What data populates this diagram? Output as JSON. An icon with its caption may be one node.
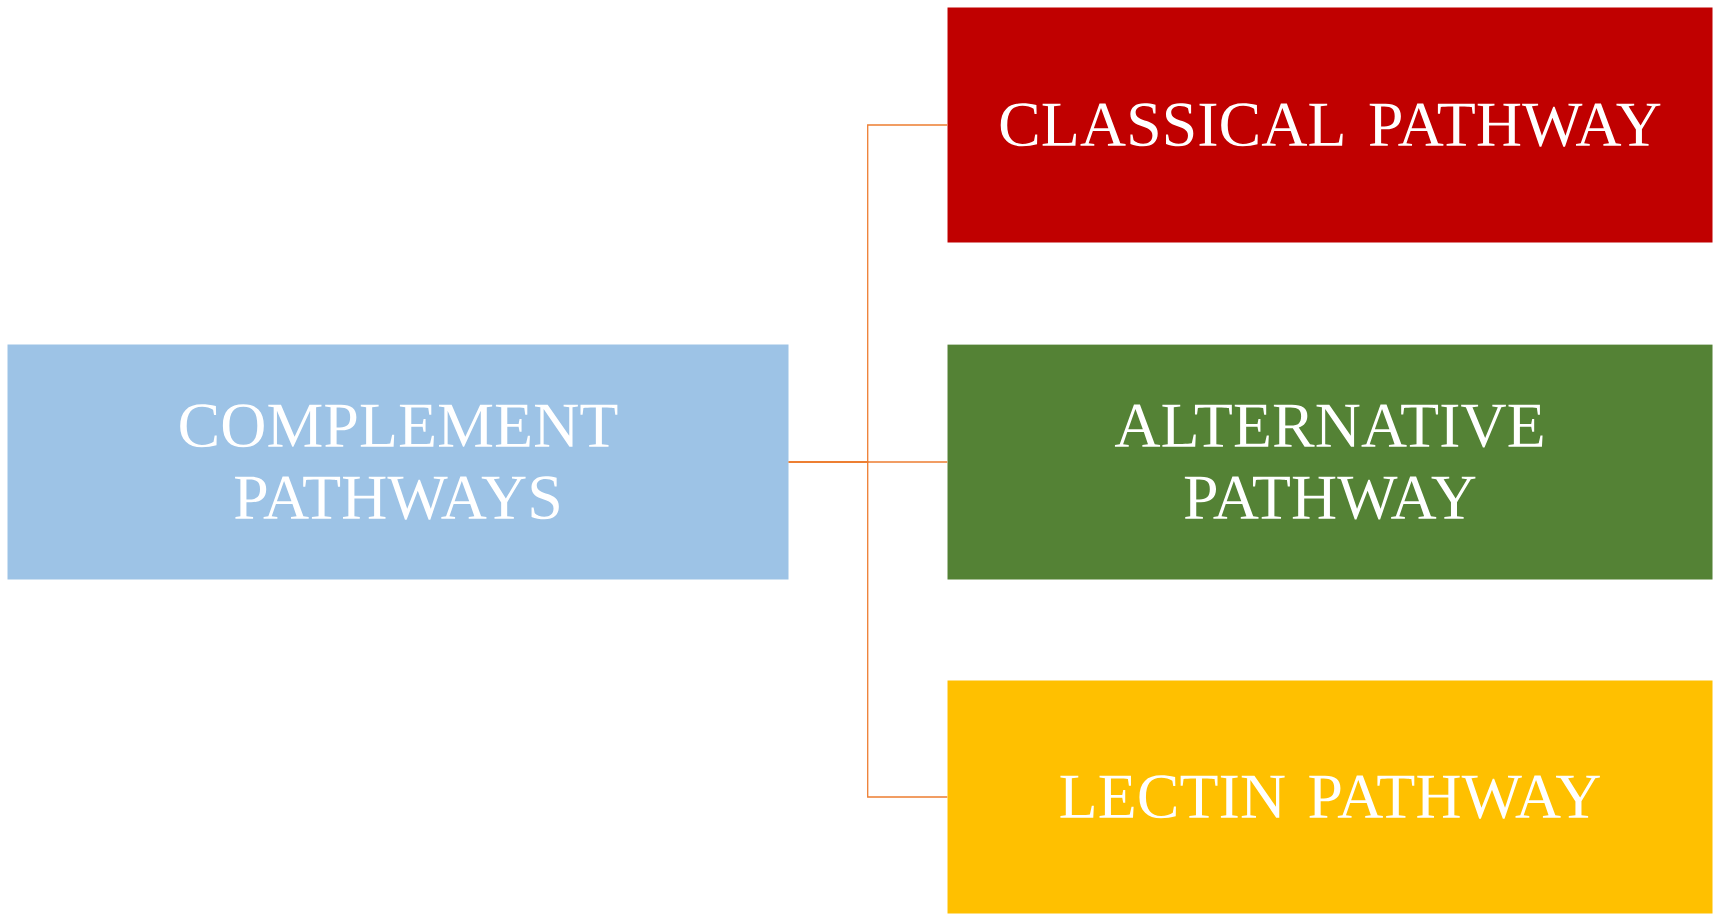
{
  "diagram": {
    "nodes": [
      {
        "text": [
          "COMPLEMENT PATHWAYS"
        ]
      },
      {
        "text": [
          "CLASSICAL PATHWAY"
        ]
      },
      {
        "text": [
          "ALTERNATIVE PATHWAY"
        ]
      },
      {
        "text": [
          "LECTIN PATHWAY"
        ]
      }
    ],
    "edges": [
      {
        "from": 0,
        "to": 1,
        "arrow": "none"
      },
      {
        "from": 0,
        "to": 2,
        "arrow": "none"
      },
      {
        "from": 0,
        "to": 3,
        "arrow": "none"
      }
    ]
  }
}
